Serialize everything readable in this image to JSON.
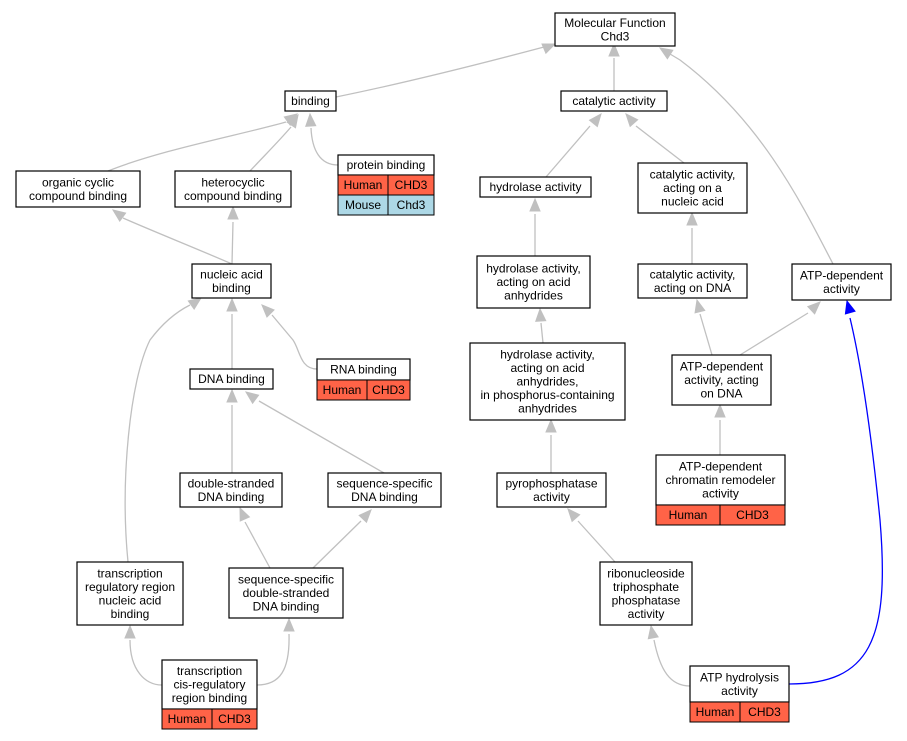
{
  "colors": {
    "human": "#FF6347",
    "mouse": "#ADD8E6",
    "edge": "#c0c0c0",
    "highlight_edge": "#0000ff"
  },
  "nodes": {
    "mf": {
      "lines": [
        "Molecular Function",
        "Chd3"
      ]
    },
    "binding": {
      "lines": [
        "binding"
      ]
    },
    "catalytic": {
      "lines": [
        "catalytic activity"
      ]
    },
    "protein_binding": {
      "lines": [
        "protein binding"
      ],
      "annotations": [
        {
          "species": "Human",
          "gene": "CHD3"
        },
        {
          "species": "Mouse",
          "gene": "Chd3"
        }
      ]
    },
    "organic_cyclic": {
      "lines": [
        "organic cyclic",
        "compound binding"
      ]
    },
    "heterocyclic": {
      "lines": [
        "heterocyclic",
        "compound binding"
      ]
    },
    "hydrolase": {
      "lines": [
        "hydrolase activity"
      ]
    },
    "cat_nucleic": {
      "lines": [
        "catalytic activity,",
        "acting on a",
        "nucleic acid"
      ]
    },
    "nucleic_binding": {
      "lines": [
        "nucleic acid",
        "binding"
      ]
    },
    "hydrolase_acid": {
      "lines": [
        "hydrolase activity,",
        "acting on acid",
        "anhydrides"
      ]
    },
    "cat_dna": {
      "lines": [
        "catalytic activity,",
        "acting on DNA"
      ]
    },
    "atp_dependent": {
      "lines": [
        "ATP-dependent",
        "activity"
      ]
    },
    "rna_binding": {
      "lines": [
        "RNA binding"
      ],
      "annotations": [
        {
          "species": "Human",
          "gene": "CHD3"
        }
      ]
    },
    "dna_binding": {
      "lines": [
        "DNA binding"
      ]
    },
    "hydrolase_phos": {
      "lines": [
        "hydrolase activity,",
        "acting on acid",
        "anhydrides,",
        "in phosphorus-containing",
        "anhydrides"
      ]
    },
    "atp_dna": {
      "lines": [
        "ATP-dependent",
        "activity, acting",
        "on DNA"
      ]
    },
    "ds_dna": {
      "lines": [
        "double-stranded",
        "DNA binding"
      ]
    },
    "ss_dna": {
      "lines": [
        "sequence-specific",
        "DNA binding"
      ]
    },
    "pyro": {
      "lines": [
        "pyrophosphatase",
        "activity"
      ]
    },
    "chromatin": {
      "lines": [
        "ATP-dependent",
        "chromatin remodeler",
        "activity"
      ],
      "annotations": [
        {
          "species": "Human",
          "gene": "CHD3"
        }
      ]
    },
    "trans_reg": {
      "lines": [
        "transcription",
        "regulatory region",
        "nucleic acid",
        "binding"
      ]
    },
    "ssds_dna": {
      "lines": [
        "sequence-specific",
        "double-stranded",
        "DNA binding"
      ]
    },
    "ribo": {
      "lines": [
        "ribonucleoside",
        "triphosphate",
        "phosphatase",
        "activity"
      ]
    },
    "cis_reg": {
      "lines": [
        "transcription",
        "cis-regulatory",
        "region binding"
      ],
      "annotations": [
        {
          "species": "Human",
          "gene": "CHD3"
        }
      ]
    },
    "atp_hydro": {
      "lines": [
        "ATP hydrolysis",
        "activity"
      ],
      "annotations": [
        {
          "species": "Human",
          "gene": "CHD3"
        }
      ]
    }
  }
}
